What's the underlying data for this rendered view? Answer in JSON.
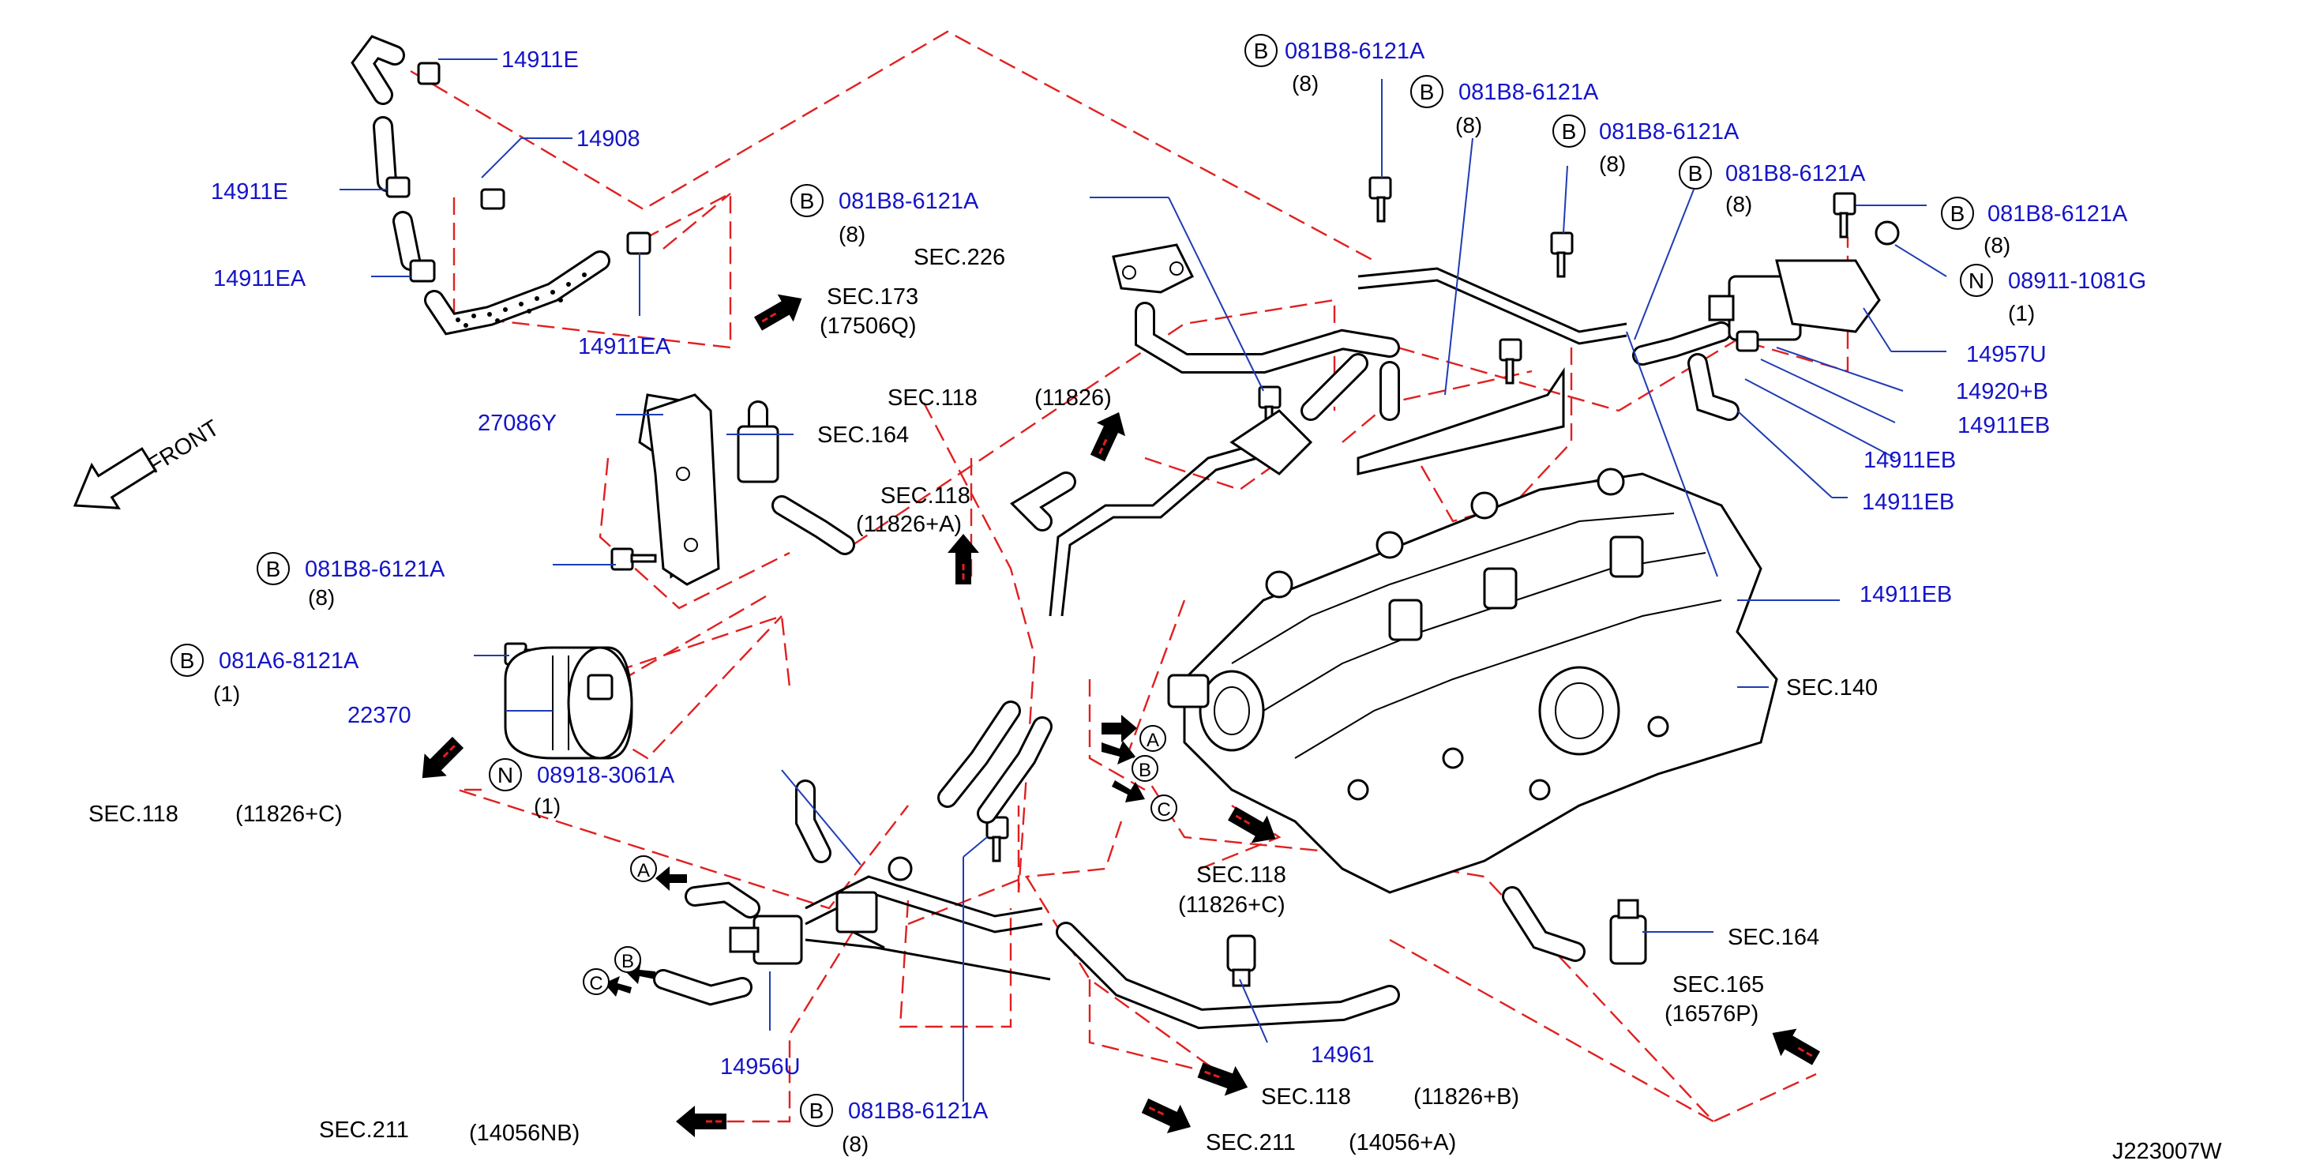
{
  "colors": {
    "part_number": "#1414c8",
    "leader": "#1e3cb4",
    "dashed_line": "#e02020",
    "text": "#000000"
  },
  "front_label": "FRONT",
  "diagram_code": "J223007W",
  "labels": {
    "l_14911E_a": "14911E",
    "l_14908": "14908",
    "l_14911E_b": "14911E",
    "l_14911EA_a": "14911EA",
    "l_14911EA_b": "14911EA",
    "l_27086Y": "27086Y",
    "l_22370": "22370",
    "l_14956U": "14956U",
    "l_14961": "14961",
    "l_14957U": "14957U",
    "l_14920B": "14920+B",
    "l_14911EB_a": "14911EB",
    "l_14911EB_b": "14911EB",
    "l_14911EB_c": "14911EB",
    "l_14911EB_d": "14911EB"
  },
  "callouts": {
    "c1": {
      "prefix": "B",
      "part": "081B8-6121A",
      "qty": "(8)"
    },
    "c2": {
      "prefix": "B",
      "part": "081B8-6121A",
      "qty": "(8)"
    },
    "c3": {
      "prefix": "B",
      "part": "081B8-6121A",
      "qty": "(8)"
    },
    "c4": {
      "prefix": "B",
      "part": "081B8-6121A",
      "qty": "(8)"
    },
    "c5": {
      "prefix": "B",
      "part": "081B8-6121A",
      "qty": "(8)"
    },
    "c6": {
      "prefix": "B",
      "part": "081B8-6121A",
      "qty": "(8)"
    },
    "c7": {
      "prefix": "B",
      "part": "081B8-6121A",
      "qty": "(8)"
    },
    "c8": {
      "prefix": "B",
      "part": "081B8-6121A",
      "qty": "(8)"
    },
    "c9": {
      "prefix": "N",
      "part": "08911-1081G",
      "qty": "(1)"
    },
    "c10": {
      "prefix": "B",
      "part": "081A6-8121A",
      "qty": "(1)"
    },
    "c11": {
      "prefix": "N",
      "part": "08918-3061A",
      "qty": "(1)"
    }
  },
  "sections": {
    "s_226": "SEC.226",
    "s_173": "SEC.173",
    "s_173_sub": "(17506Q)",
    "s_118_top": "SEC.118",
    "s_118_top_sub": "(11826)",
    "s_164_left": "SEC.164",
    "s_118_a": "SEC.118",
    "s_118_a_sub": "(11826+A)",
    "s_118_c_left": "SEC.118",
    "s_118_c_left_sub": "(11826+C)",
    "s_140": "SEC.140",
    "s_118_c_mid": "SEC.118",
    "s_118_c_mid_sub": "(11826+C)",
    "s_164_right": "SEC.164",
    "s_165": "SEC.165",
    "s_165_sub": "(16576P)",
    "s_118_b": "SEC.118",
    "s_118_b_sub": "(11826+B)",
    "s_211_left": "SEC.211",
    "s_211_left_sub": "(14056NB)",
    "s_211_right": "SEC.211",
    "s_211_right_sub": "(14056+A)"
  },
  "connectors": [
    "A",
    "B",
    "C",
    "A",
    "B",
    "C"
  ],
  "icons": [
    "front-arrow-icon",
    "flow-arrow-icon",
    "circle-letter-icon"
  ]
}
